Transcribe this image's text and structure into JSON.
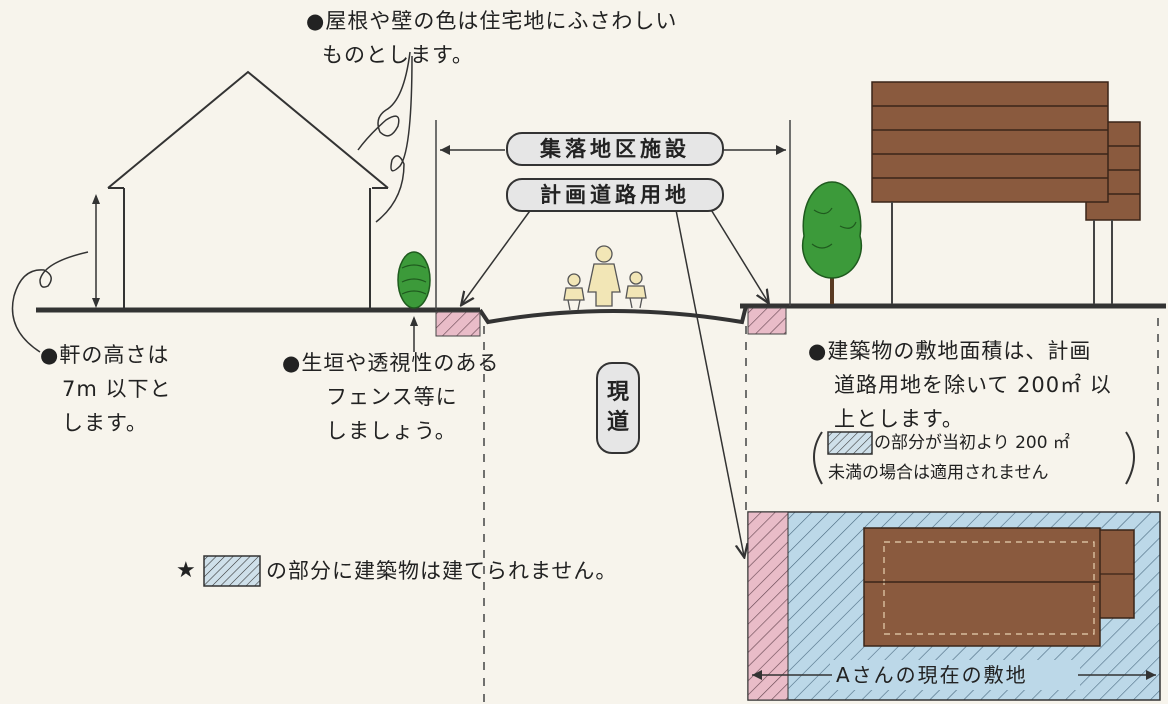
{
  "notes": {
    "roof_line1": "●屋根や壁の色は住宅地にふさわしい",
    "roof_line2": "ものとします。",
    "eaves_line1": "●軒の高さは",
    "eaves_line2": "7m 以下と",
    "eaves_line3": "します。",
    "fence_line1": "●生垣や透視性のある",
    "fence_line2": "フェンス等に",
    "fence_line3": "しましょう。",
    "area_line1": "●建築物の敷地面積は、計画",
    "area_line2": "道路用地を除いて 200㎡ 以",
    "area_line3": "上とします。",
    "exception_line1": "の部分が当初より 200 ㎡",
    "exception_line2": "未満の場合は適用されません",
    "star_note_prefix": "★",
    "star_note": "の部分に建築物は建てられません。",
    "site_label": "Aさんの現在の敷地"
  },
  "labels": {
    "village_facility": "集落地区施設",
    "planned_road": "計画道路用地",
    "current_road_1": "現",
    "current_road_2": "道"
  },
  "colors": {
    "pink_hatch": "#e8b8c4",
    "blue_hatch": "#b9d6e6",
    "roof_brown": "#8a5a3e",
    "tree_green": "#3c9a3a"
  }
}
